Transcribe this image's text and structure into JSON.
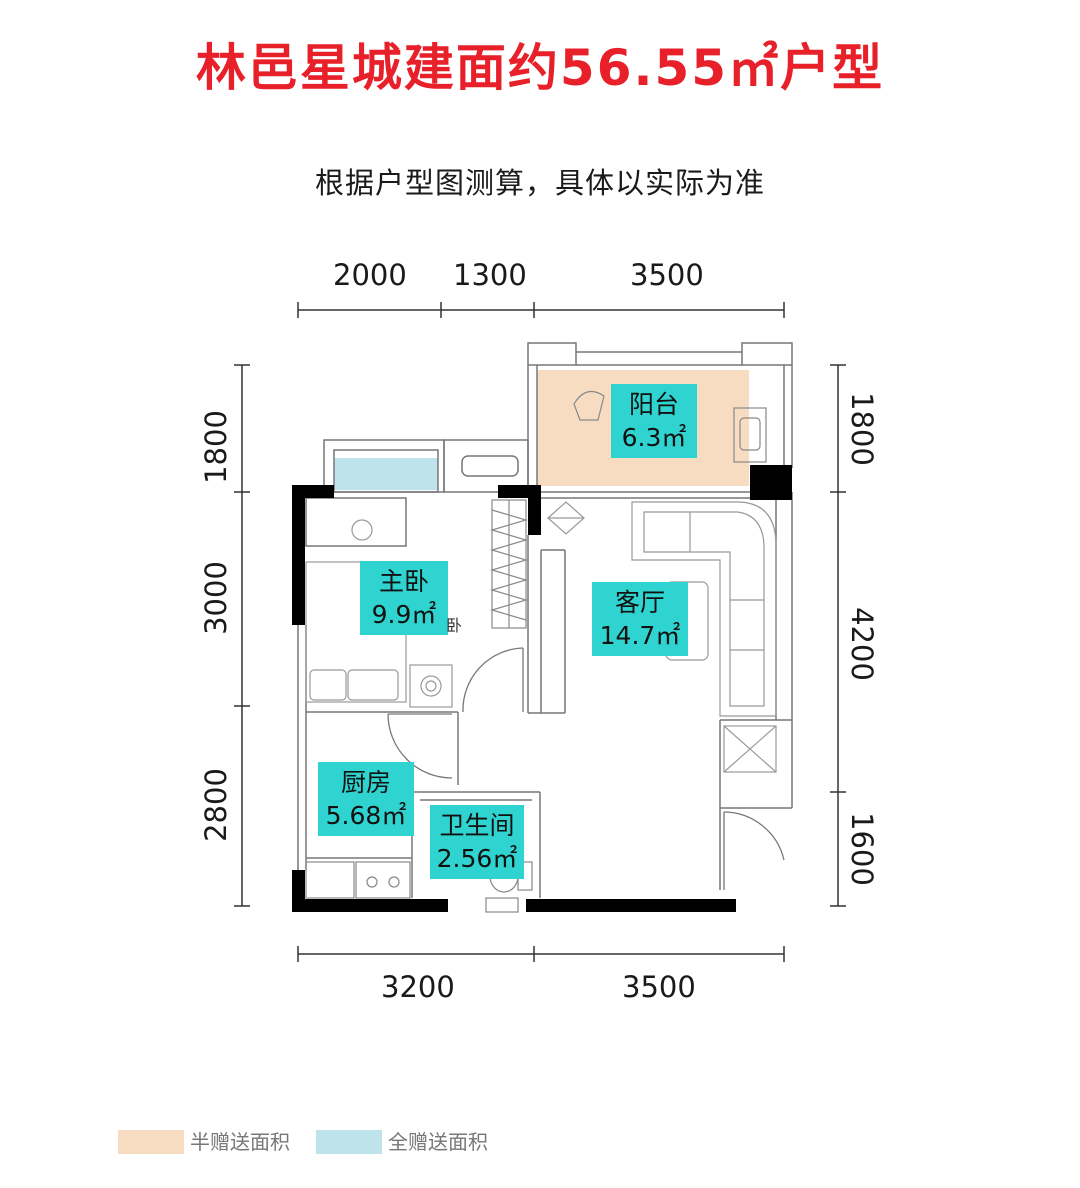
{
  "title": "林邑星城建面约56.55㎡户型",
  "title_color": "#e8202a",
  "subtitle": "根据户型图测算，具体以实际为准",
  "dimensions": {
    "top": [
      "2000",
      "1300",
      "3500"
    ],
    "bottom": [
      "3200",
      "3500"
    ],
    "left": [
      "1800",
      "3000",
      "2800"
    ],
    "right": [
      "1800",
      "4200",
      "1600"
    ]
  },
  "rooms": {
    "balcony": {
      "name": "阳台",
      "area": "6.3㎡"
    },
    "master_bedroom": {
      "name": "主卧",
      "area": "9.9㎡"
    },
    "living_room": {
      "name": "客厅",
      "area": "14.7㎡"
    },
    "kitchen": {
      "name": "厨房",
      "area": "5.68㎡"
    },
    "bathroom": {
      "name": "卫生间",
      "area": "2.56㎡"
    }
  },
  "small_marks": {
    "bedroom_mark": "卧"
  },
  "legend": [
    {
      "label": "半赠送面积",
      "color": "#f7dcc2"
    },
    {
      "label": "全赠送面积",
      "color": "#bfe3ea"
    }
  ],
  "colors": {
    "label_bg": "#2fd3cf",
    "half_gift": "#f7dcc2",
    "full_gift": "#bfe3ea",
    "wall": "#000000"
  }
}
